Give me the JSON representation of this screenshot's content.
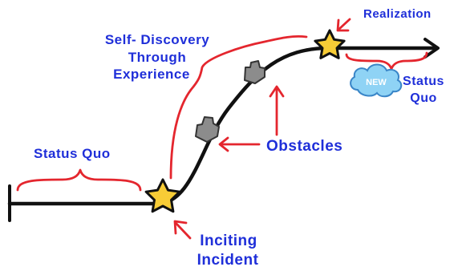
{
  "labels": {
    "realization": "Realization",
    "self_discovery_line1": "Self- Discovery",
    "self_discovery_line2": "Through",
    "self_discovery_line3": "Experience",
    "status_quo_left": "Status Quo",
    "status_quo_right_line1": "Status",
    "status_quo_right_line2": "Quo",
    "new_badge": "NEW",
    "obstacles": "Obstacles",
    "inciting_line1": "Inciting",
    "inciting_line2": "Incident"
  },
  "colors": {
    "label_text": "#1f2fd9",
    "brackets_and_arrows": "#e4262e",
    "story_line": "#111111",
    "star_fill": "#f7cc36",
    "obstacle_fill": "#8c8c8c",
    "cloud_fill": "#8fd3f5",
    "cloud_stroke": "#3a86c8"
  },
  "icons": {
    "turning_points": "star-icon",
    "obstacles": "rock-icon",
    "new_status": "cloud-icon"
  }
}
